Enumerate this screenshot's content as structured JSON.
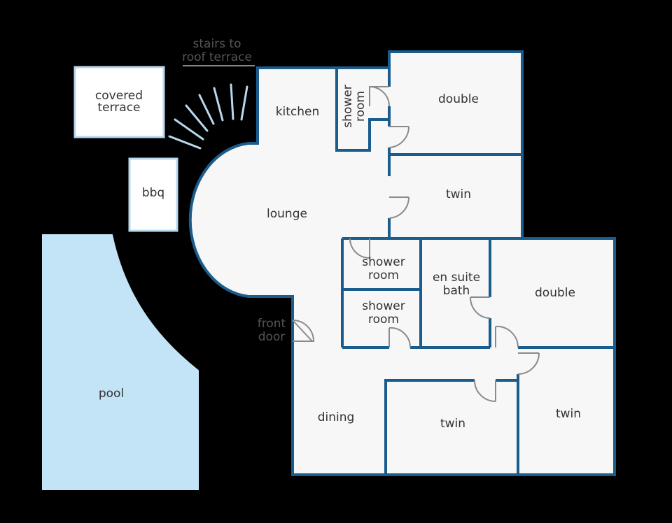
{
  "colors": {
    "background": "#000000",
    "wall": "#1a5c8c",
    "floor": "#f7f7f7",
    "outdoor_outline": "#b8d8ee",
    "pool_fill": "#c3e3f6",
    "door": "#8a8a8a"
  },
  "labels": {
    "stairs_line1": "stairs to",
    "stairs_line2": "roof terrace",
    "covered_terrace_line1": "covered",
    "covered_terrace_line2": "terrace",
    "bbq": "bbq",
    "pool": "pool",
    "kitchen": "kitchen",
    "shower_room_vertical_line1": "shower",
    "shower_room_vertical_line2": "room",
    "double_top": "double",
    "twin_upper": "twin",
    "lounge": "lounge",
    "shower_room_a_line1": "shower",
    "shower_room_a_line2": "room",
    "shower_room_b_line1": "shower",
    "shower_room_b_line2": "room",
    "ensuite_line1": "en suite",
    "ensuite_line2": "bath",
    "double_right": "double",
    "front_door_line1": "front",
    "front_door_line2": "door",
    "dining": "dining",
    "twin_bottom_middle": "twin",
    "twin_bottom_right": "twin"
  }
}
